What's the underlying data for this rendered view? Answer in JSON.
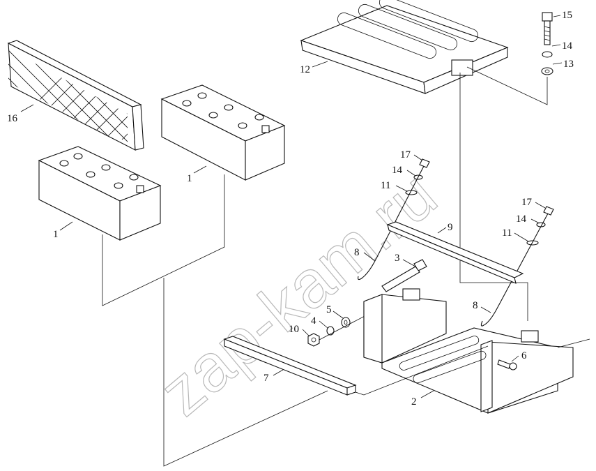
{
  "diagram": {
    "watermark": "zap-kam.ru",
    "callouts": [
      {
        "id": "p16",
        "label": "16"
      },
      {
        "id": "p12",
        "label": "12"
      },
      {
        "id": "p15",
        "label": "15"
      },
      {
        "id": "p14a",
        "label": "14"
      },
      {
        "id": "p13",
        "label": "13"
      },
      {
        "id": "p1a",
        "label": "1"
      },
      {
        "id": "p1b",
        "label": "1"
      },
      {
        "id": "p17a",
        "label": "17"
      },
      {
        "id": "p14b",
        "label": "14"
      },
      {
        "id": "p11a",
        "label": "11"
      },
      {
        "id": "p17b",
        "label": "17"
      },
      {
        "id": "p14c",
        "label": "14"
      },
      {
        "id": "p11b",
        "label": "11"
      },
      {
        "id": "p9",
        "label": "9"
      },
      {
        "id": "p8a",
        "label": "8"
      },
      {
        "id": "p3",
        "label": "3"
      },
      {
        "id": "p8b",
        "label": "8"
      },
      {
        "id": "p5",
        "label": "5"
      },
      {
        "id": "p4",
        "label": "4"
      },
      {
        "id": "p10",
        "label": "10"
      },
      {
        "id": "p6",
        "label": "6"
      },
      {
        "id": "p7",
        "label": "7"
      },
      {
        "id": "p2",
        "label": "2"
      }
    ]
  }
}
